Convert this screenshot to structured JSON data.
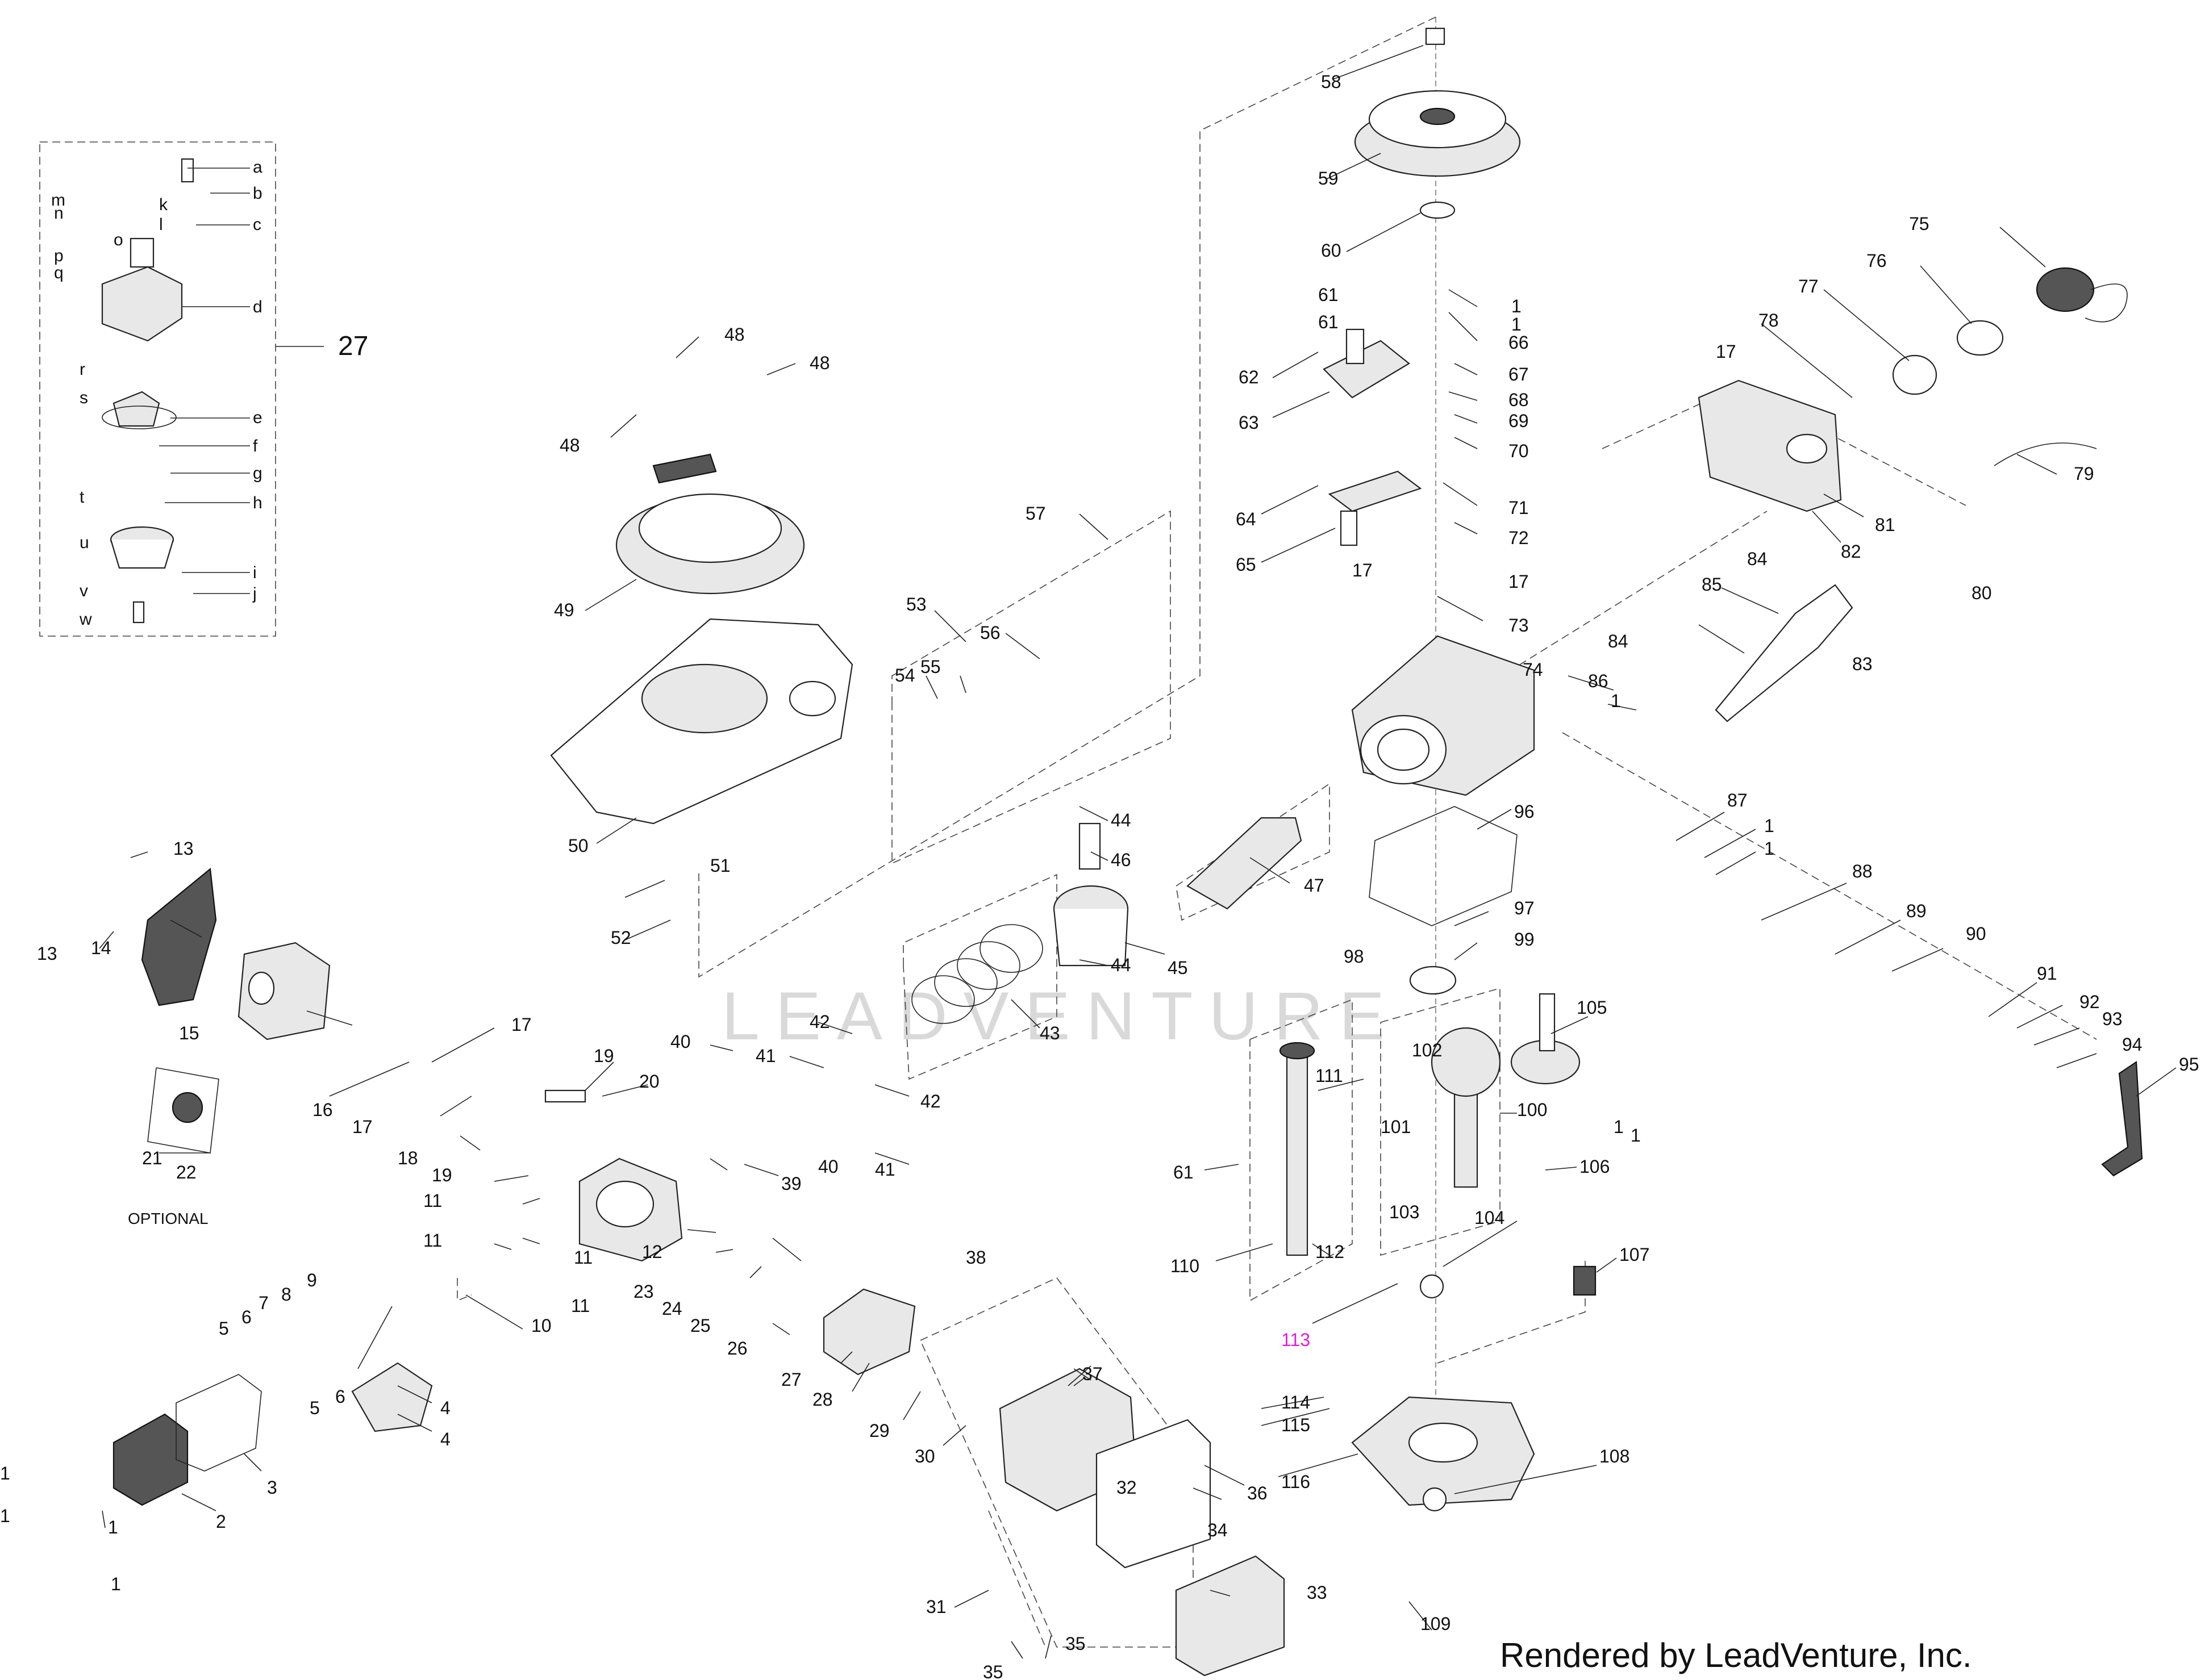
{
  "watermark": "LEADVENTURE",
  "credit": "Rendered by LeadVenture, Inc.",
  "optional_label": "OPTIONAL",
  "carb_kit_label": "27",
  "highlight_color": "#e020d8",
  "labels": {
    "a": "a",
    "b": "b",
    "c": "c",
    "d": "d",
    "e": "e",
    "f": "f",
    "g": "g",
    "h": "h",
    "i": "i",
    "j": "j",
    "k": "k",
    "l": "l",
    "m": "m",
    "n": "n",
    "o": "o",
    "p": "p",
    "q": "q",
    "r": "r",
    "s": "s",
    "t": "t",
    "u": "u",
    "v": "v",
    "w": "w",
    "p1": "1",
    "p2": "2",
    "p3": "3",
    "p4": "4",
    "p5": "5",
    "p6": "6",
    "p7": "7",
    "p8": "8",
    "p9": "9",
    "p10": "10",
    "p11": "11",
    "p12": "12",
    "p13": "13",
    "p14": "14",
    "p15": "15",
    "p16": "16",
    "p17": "17",
    "p18": "18",
    "p19": "19",
    "p20": "20",
    "p21": "21",
    "p22": "22",
    "p23": "23",
    "p24": "24",
    "p25": "25",
    "p26": "26",
    "p27": "27",
    "p28": "28",
    "p29": "29",
    "p30": "30",
    "p31": "31",
    "p32": "32",
    "p33": "33",
    "p34": "34",
    "p35": "35",
    "p36": "36",
    "p37": "37",
    "p38": "38",
    "p39": "39",
    "p40": "40",
    "p41": "41",
    "p42": "42",
    "p43": "43",
    "p44": "44",
    "p45": "45",
    "p46": "46",
    "p47": "47",
    "p48": "48",
    "p49": "49",
    "p50": "50",
    "p51": "51",
    "p52": "52",
    "p53": "53",
    "p54": "54",
    "p55": "55",
    "p56": "56",
    "p57": "57",
    "p58": "58",
    "p59": "59",
    "p60": "60",
    "p61": "61",
    "p62": "62",
    "p63": "63",
    "p64": "64",
    "p65": "65",
    "p66": "66",
    "p67": "67",
    "p68": "68",
    "p69": "69",
    "p70": "70",
    "p71": "71",
    "p72": "72",
    "p73": "73",
    "p74": "74",
    "p75": "75",
    "p76": "76",
    "p77": "77",
    "p78": "78",
    "p79": "79",
    "p80": "80",
    "p81": "81",
    "p82": "82",
    "p83": "83",
    "p84": "84",
    "p85": "85",
    "p86": "86",
    "p87": "87",
    "p88": "88",
    "p89": "89",
    "p90": "90",
    "p91": "91",
    "p92": "92",
    "p93": "93",
    "p94": "94",
    "p95": "95",
    "p96": "96",
    "p97": "97",
    "p98": "98",
    "p99": "99",
    "p100": "100",
    "p101": "101",
    "p102": "102",
    "p103": "103",
    "p104": "104",
    "p105": "105",
    "p106": "106",
    "p107": "107",
    "p108": "108",
    "p109": "109",
    "p110": "110",
    "p111": "111",
    "p112": "112",
    "p113": "113",
    "p114": "114",
    "p115": "115",
    "p116": "116"
  }
}
